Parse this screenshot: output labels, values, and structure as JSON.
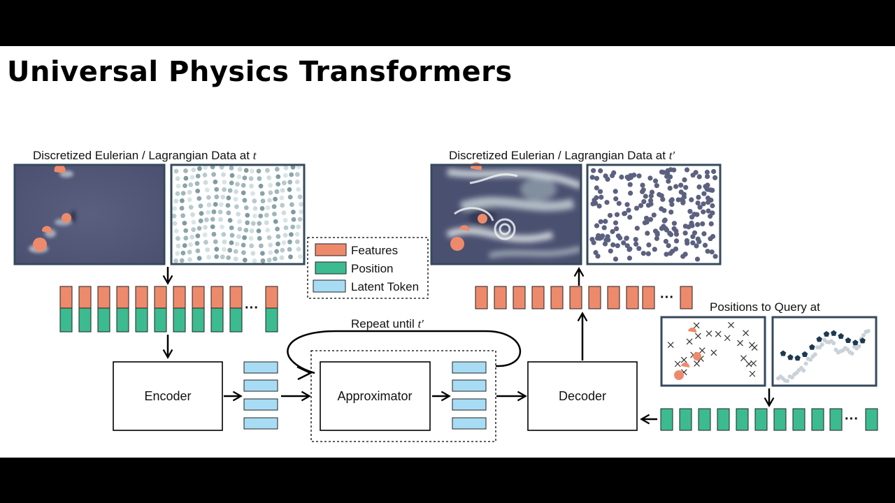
{
  "title": "Universal Physics Transformers",
  "input_caption_text": "Discretized Eulerian / Lagrangian Data at ",
  "input_caption_var": "t",
  "output_caption_text": "Discretized Eulerian / Lagrangian Data at ",
  "output_caption_var": "t′",
  "legend": {
    "features": "Features",
    "position": "Position",
    "latent": "Latent Token"
  },
  "blocks": {
    "encoder": "Encoder",
    "approximator": "Approximator",
    "decoder": "Decoder"
  },
  "repeat_text": "Repeat until ",
  "repeat_var": "t′",
  "query_caption": "Positions to Query at",
  "ellipsis": "···",
  "colors": {
    "feature": "#ee8a6c",
    "position": "#3dbb90",
    "latent": "#a8dcf4",
    "frame": "#354a5c",
    "field_dark": "#54597a",
    "particle": "#5d6180",
    "query_particle": "#1e3a52"
  }
}
